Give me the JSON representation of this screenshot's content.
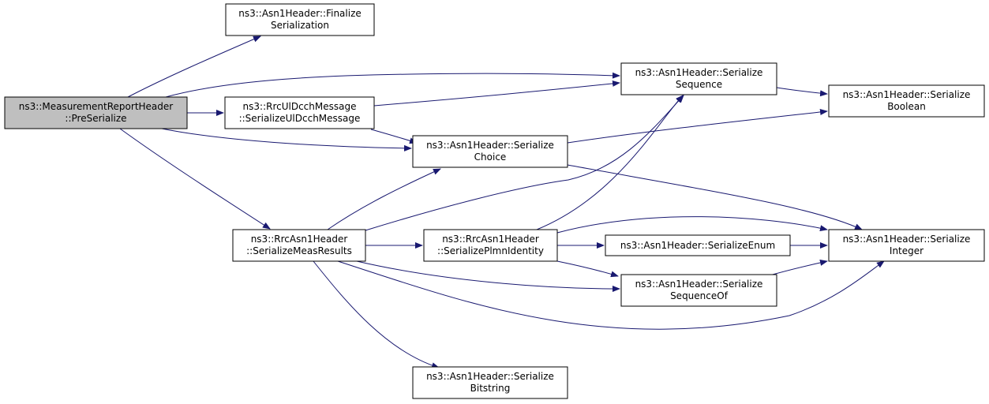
{
  "colors": {
    "edge": "#191970",
    "root_fill": "#bfbfbf",
    "node_fill": "#ffffff"
  },
  "nodes": {
    "preserialize": {
      "line1": "ns3::MeasurementReportHeader",
      "line2": "::PreSerialize"
    },
    "finalize": {
      "line1": "ns3::Asn1Header::Finalize",
      "line2": "Serialization"
    },
    "seq": {
      "line1": "ns3::Asn1Header::Serialize",
      "line2": "Sequence"
    },
    "bool": {
      "line1": "ns3::Asn1Header::Serialize",
      "line2": "Boolean"
    },
    "uldcch": {
      "line1": "ns3::RrcUlDcchMessage",
      "line2": "::SerializeUlDcchMessage"
    },
    "choice": {
      "line1": "ns3::Asn1Header::Serialize",
      "line2": "Choice"
    },
    "meas": {
      "line1": "ns3::RrcAsn1Header",
      "line2": "::SerializeMeasResults"
    },
    "plmn": {
      "line1": "ns3::RrcAsn1Header",
      "line2": "::SerializePlmnIdentity"
    },
    "enum": {
      "line1": "ns3::Asn1Header::SerializeEnum"
    },
    "integer": {
      "line1": "ns3::Asn1Header::Serialize",
      "line2": "Integer"
    },
    "seqof": {
      "line1": "ns3::Asn1Header::Serialize",
      "line2": "SequenceOf"
    },
    "bitstring": {
      "line1": "ns3::Asn1Header::Serialize",
      "line2": "Bitstring"
    }
  }
}
